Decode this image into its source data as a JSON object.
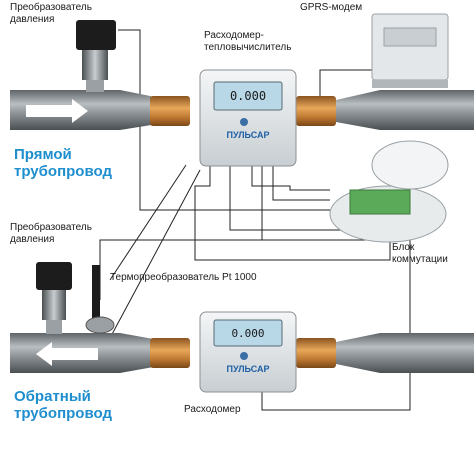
{
  "labels": {
    "pressure_top": [
      "Преобразователь",
      "давления"
    ],
    "heat_meter": [
      "Расходомер-",
      "тепловычислитель"
    ],
    "gprs": "GPRS-модем",
    "supply_pipe": [
      "Прямой",
      "трубопровод"
    ],
    "pressure_bottom": [
      "Преобразователь",
      "давления"
    ],
    "junction_box": [
      "Блок",
      "коммутации"
    ],
    "temp_sensor": "Термопреобразователь Pt 1000",
    "return_pipe": [
      "Обратный",
      "трубопровод"
    ],
    "flowmeter": "Расходомер"
  },
  "meter": {
    "display_value": "0.000",
    "brand": "ПУЛЬСАР"
  },
  "colors": {
    "pipe": "#8e9498",
    "brass": "#c9873a",
    "label_blue": "#1e8ecf",
    "lcd": "#b8d8e8"
  }
}
